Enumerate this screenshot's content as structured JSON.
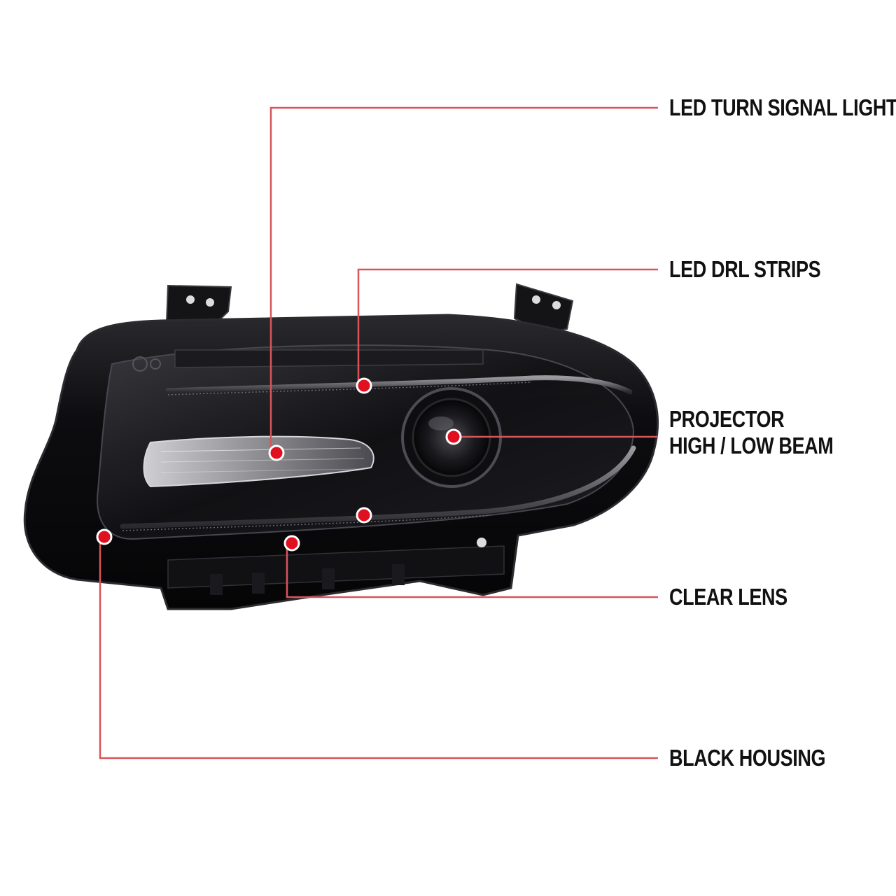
{
  "colors": {
    "callout_line": "#d9545b",
    "callout_dot": "#e01020",
    "housing": "#0b0b0d",
    "background": "#ffffff"
  },
  "callouts": [
    {
      "id": "turn-signal",
      "lines": [
        "LED TURN SIGNAL LIGHT"
      ]
    },
    {
      "id": "drl-strips",
      "lines": [
        "LED DRL STRIPS"
      ]
    },
    {
      "id": "projector",
      "lines": [
        "PROJECTOR",
        "HIGH / LOW BEAM"
      ]
    },
    {
      "id": "clear-lens",
      "lines": [
        "CLEAR LENS"
      ]
    },
    {
      "id": "black-housing",
      "lines": [
        "BLACK HOUSING"
      ]
    }
  ]
}
